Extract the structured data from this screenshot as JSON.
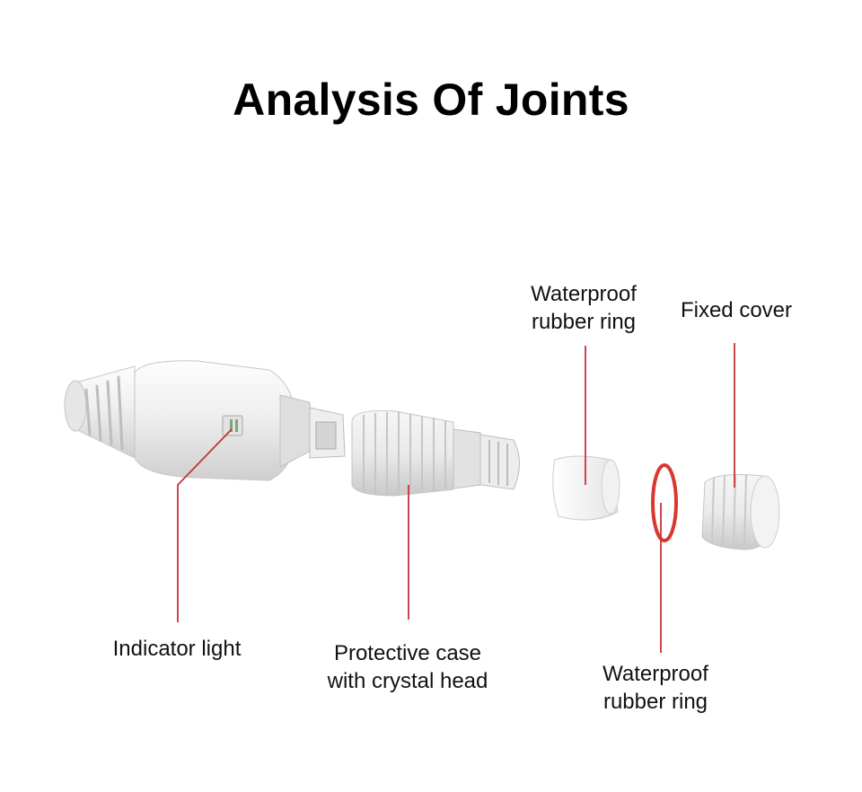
{
  "title": "Analysis Of Joints",
  "accent_color": "#c8323a",
  "labels": {
    "indicator_light": "Indicator light",
    "protective_case": [
      "Protective case",
      "with crystal head"
    ],
    "waterproof_ring_top": [
      "Waterproof",
      "rubber ring"
    ],
    "fixed_cover": "Fixed cover",
    "waterproof_ring_bottom": [
      "Waterproof",
      "rubber ring"
    ]
  }
}
